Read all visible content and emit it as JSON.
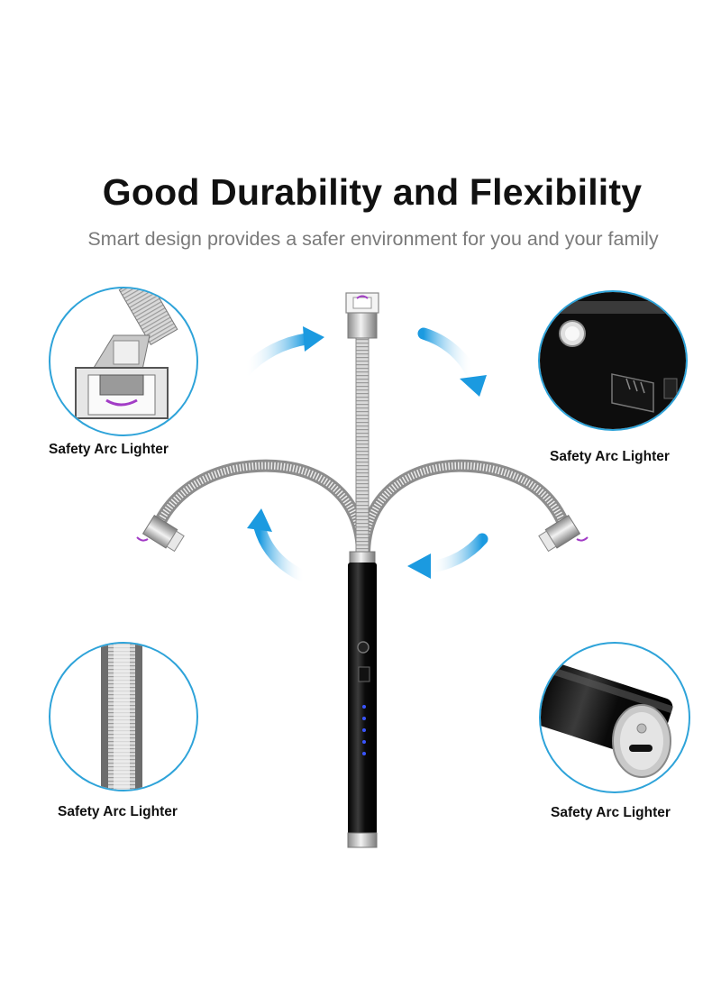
{
  "header": {
    "title": "Good Durability and Flexibility",
    "subtitle": "Smart design provides a safer environment for you and your family"
  },
  "callouts": [
    {
      "label": "Safety Arc Lighter",
      "icon": "arc-head-closeup"
    },
    {
      "label": "Safety Arc Lighter",
      "icon": "power-button-closeup"
    },
    {
      "label": "Safety Arc Lighter",
      "icon": "flexible-neck-closeup"
    },
    {
      "label": "Safety Arc Lighter",
      "icon": "usb-charging-port-closeup"
    }
  ],
  "colors": {
    "accent": "#2ea3d9",
    "body": "#0d0d0d",
    "indicator": "#3a55ff",
    "arc": "#a23cc6"
  }
}
